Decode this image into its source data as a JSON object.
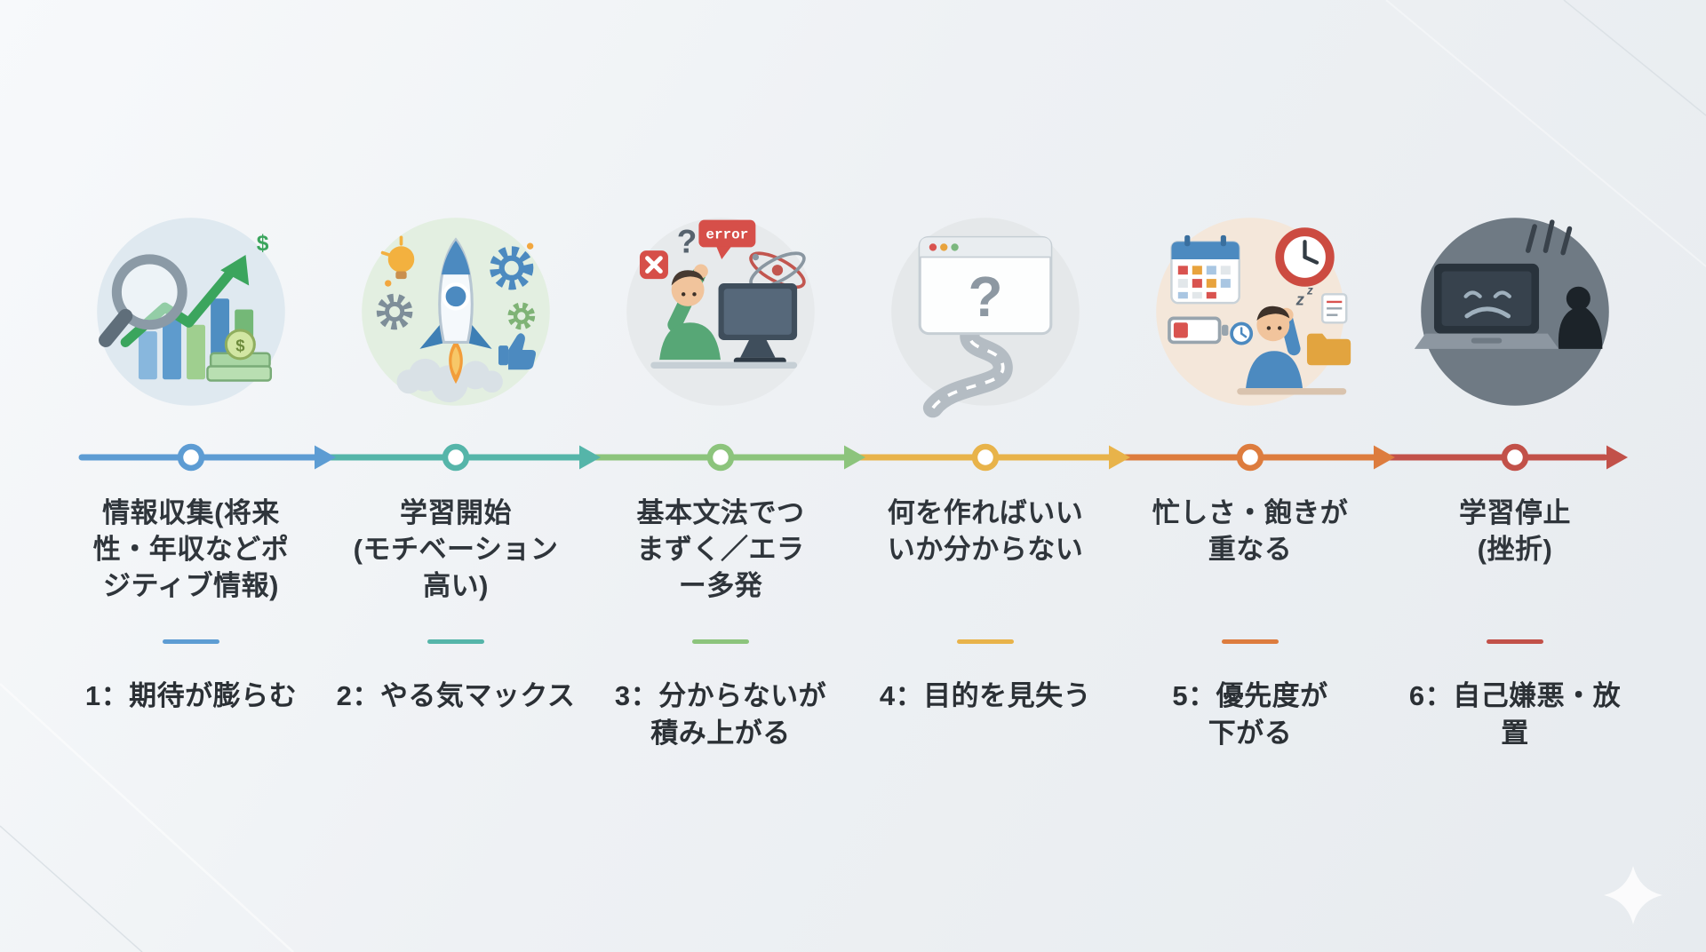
{
  "page": {
    "background_top_color": "#f7f9fb",
    "background_bottom_color": "#e7ebef"
  },
  "diagram": {
    "type": "timeline",
    "direction": "left-to-right",
    "steps": [
      {
        "number": 1,
        "label": "情報収集(将来\n性・年収などポ\nジティブ情報)",
        "caption": "1：期待が膨らむ",
        "color": "#5d9cd3",
        "icon": "research-growth-icon",
        "icon_text_dollar": "$"
      },
      {
        "number": 2,
        "label": "学習開始\n(モチベーション\n高い)",
        "caption": "2：やる気マックス",
        "color": "#55b5a9",
        "icon": "rocket-launch-icon"
      },
      {
        "number": 3,
        "label": "基本文法でつ\nまずく／エラ\nー多発",
        "caption": "3：分からないが\n積み上がる",
        "color": "#8cc47c",
        "icon": "frustrated-coder-icon",
        "icon_text_error": "error",
        "icon_text_question": "?"
      },
      {
        "number": 4,
        "label": "何を作ればいい\nいか分からない",
        "caption": "4：目的を見失う",
        "color": "#e8b34a",
        "icon": "lost-direction-icon",
        "icon_text_question": "?"
      },
      {
        "number": 5,
        "label": "忙しさ・飽きが\n重なる",
        "caption": "5：優先度が\n下がる",
        "color": "#dd7c3e",
        "icon": "busy-overload-icon",
        "icon_text_sleep": "z"
      },
      {
        "number": 6,
        "label": "学習停止\n(挫折)",
        "caption": "6：自己嫌悪・放\n置",
        "color": "#c25149",
        "icon": "burnout-icon"
      }
    ]
  }
}
